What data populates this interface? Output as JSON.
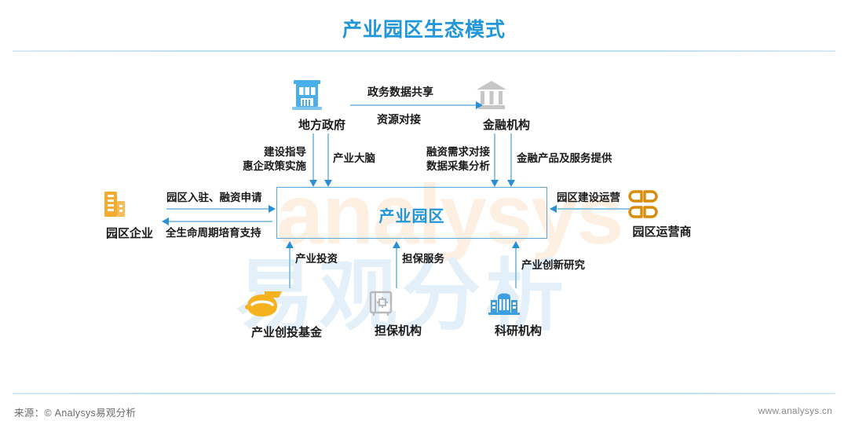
{
  "header": {
    "title": "产业园区生态模式"
  },
  "footer": {
    "source": "来源：© Analysys易观分析",
    "website": "www.analysys.cn"
  },
  "watermark": {
    "latin": "analysys",
    "chinese": "易观分析"
  },
  "colors": {
    "accent_blue": "#2196d8",
    "line_blue": "#8fc4e4",
    "arrow_blue": "#2b8fd6",
    "icon_blue": "#4aaee8",
    "icon_orange": "#f5ab2e",
    "icon_amber": "#d98c0a",
    "icon_gray": "#c6c6c6",
    "text_dark": "#1a1a1a"
  },
  "diagram": {
    "type": "ecosystem-relationship-diagram",
    "hub": {
      "label": "产业园区",
      "icon": "park-hub-box"
    },
    "nodes": [
      {
        "id": "local-government",
        "label": "地方政府",
        "icon": "government-building-icon",
        "color": "#4aaee8",
        "position": "top-left"
      },
      {
        "id": "financial-institution",
        "label": "金融机构",
        "icon": "bank-icon",
        "color": "#c6c6c6",
        "position": "top-right"
      },
      {
        "id": "park-enterprise",
        "label": "园区企业",
        "icon": "office-buildings-icon",
        "color": "#f5ab2e",
        "position": "left"
      },
      {
        "id": "park-operator",
        "label": "园区运营商",
        "icon": "four-petal-icon",
        "color": "#d98c0a",
        "position": "right"
      },
      {
        "id": "venture-fund",
        "label": "产业创投基金",
        "icon": "piggy-bank-icon",
        "color": "#f5b21f",
        "position": "bottom-left"
      },
      {
        "id": "guarantee-agency",
        "label": "担保机构",
        "icon": "safe-vault-icon",
        "color": "#b9b9b9",
        "position": "bottom-center"
      },
      {
        "id": "research-institute",
        "label": "科研机构",
        "icon": "research-building-icon",
        "color": "#3e9fe0",
        "position": "bottom-right"
      }
    ],
    "edges": [
      {
        "id": "gov-to-finance-above",
        "label": "政务数据共享",
        "from": "local-government",
        "to": "financial-institution",
        "direction": "right"
      },
      {
        "id": "gov-to-finance-below",
        "label": "资源对接",
        "from": "local-government",
        "to": "financial-institution",
        "direction": "right"
      },
      {
        "id": "gov-to-hub",
        "label": "建设指导\n惠企政策实施",
        "line1": "建设指导",
        "line2": "惠企政策实施",
        "from": "local-government",
        "to": "hub",
        "direction": "down"
      },
      {
        "id": "hub-to-gov",
        "label": "产业大脑",
        "from": "hub",
        "to": "local-government",
        "direction": "down"
      },
      {
        "id": "hub-to-finance",
        "label": "融资需求对接\n数据采集分析",
        "line1": "融资需求对接",
        "line2": "数据采集分析",
        "from": "hub",
        "to": "financial-institution",
        "direction": "down"
      },
      {
        "id": "finance-to-hub",
        "label": "金融产品及服务提供",
        "from": "financial-institution",
        "to": "hub",
        "direction": "down"
      },
      {
        "id": "enterprise-to-hub",
        "label": "园区入驻、融资申请",
        "from": "park-enterprise",
        "to": "hub",
        "direction": "right"
      },
      {
        "id": "hub-to-enterprise",
        "label": "全生命周期培育支持",
        "from": "hub",
        "to": "park-enterprise",
        "direction": "left"
      },
      {
        "id": "operator-to-hub",
        "label": "园区建设运营",
        "from": "park-operator",
        "to": "hub",
        "direction": "left"
      },
      {
        "id": "fund-to-hub",
        "label": "产业投资",
        "from": "venture-fund",
        "to": "hub",
        "direction": "up"
      },
      {
        "id": "guarantee-to-hub",
        "label": "担保服务",
        "from": "guarantee-agency",
        "to": "hub",
        "direction": "up"
      },
      {
        "id": "research-to-hub",
        "label": "产业创新研究",
        "from": "research-institute",
        "to": "hub",
        "direction": "up"
      }
    ]
  }
}
